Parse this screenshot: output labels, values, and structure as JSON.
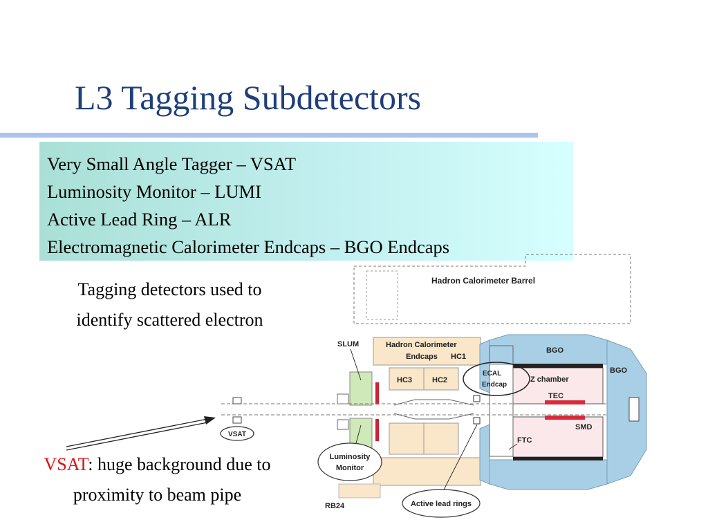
{
  "title": "L3 Tagging Subdetectors",
  "list": [
    "Very Small Angle Tagger – VSAT",
    "Luminosity Monitor – LUMI",
    "Active Lead Ring – ALR",
    "Electromagnetic Calorimeter Endcaps – BGO Endcaps"
  ],
  "note": {
    "line1": "Tagging detectors used to",
    "line2": "identify scattered electron"
  },
  "vsat_note": {
    "highlight": "VSAT",
    "rest1": ": huge background due to",
    "line2": "proximity to beam pipe"
  },
  "diagram": {
    "hadron_barrel": "Hadron Calorimeter Barrel",
    "hadron_endcaps_1": "Hadron Calorimeter",
    "hadron_endcaps_2": "Endcaps",
    "hc1": "HC1",
    "hc2": "HC2",
    "hc3": "HC3",
    "slum": "SLUM",
    "ecal_1": "ECAL",
    "ecal_2": "Endcap",
    "bgo_top": "BGO",
    "bgo_right": "BGO",
    "z_chamber": "Z chamber",
    "tec": "TEC",
    "smd": "SMD",
    "ftc": "FTC",
    "vsat": "VSAT",
    "lumi_1": "Luminosity",
    "lumi_2": "Monitor",
    "alr": "Active lead rings",
    "rb24": "RB24"
  },
  "colors": {
    "title": "#1f3f7a",
    "rule": "#aac4ee",
    "highlight": "#e01010",
    "hadron_fill": "#fae6c8",
    "bgo_fill": "#a8cfe6",
    "slum_fill": "#cfeab8",
    "inner_fill": "#fbe8ea"
  }
}
